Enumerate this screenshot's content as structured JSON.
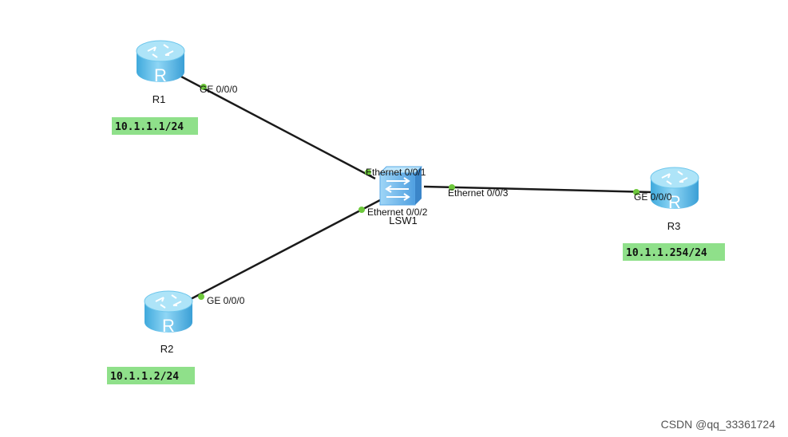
{
  "devices": [
    {
      "id": "r1",
      "type": "router",
      "label": "R1"
    },
    {
      "id": "r2",
      "type": "router",
      "label": "R2"
    },
    {
      "id": "r3",
      "type": "router",
      "label": "R3"
    },
    {
      "id": "lsw1",
      "type": "switch",
      "label": "LSW1"
    }
  ],
  "ip_labels": {
    "r1": "10.1.1.1/24",
    "r2": "10.1.1.2/24",
    "r3": "10.1.1.254/24"
  },
  "links": [
    {
      "from": "r1",
      "from_port": "GE 0/0/0",
      "to": "lsw1",
      "to_port": "Ethernet 0/0/1"
    },
    {
      "from": "r2",
      "from_port": "GE 0/0/0",
      "to": "lsw1",
      "to_port": "Ethernet 0/0/2"
    },
    {
      "from": "lsw1",
      "from_port": "Ethernet 0/0/3",
      "to": "r3",
      "to_port": "GE 0/0/0"
    }
  ],
  "colors": {
    "link": "#1a1a1a",
    "port_dot": "#6dc83b",
    "ip_highlight": "#8fe08a",
    "router_body": "#5fbde8",
    "router_top": "#a6e0f7",
    "switch_body": "#5aa9e6"
  },
  "icons": {
    "router": "router-icon",
    "switch": "switch-icon"
  },
  "watermark": "CSDN @qq_33361724"
}
